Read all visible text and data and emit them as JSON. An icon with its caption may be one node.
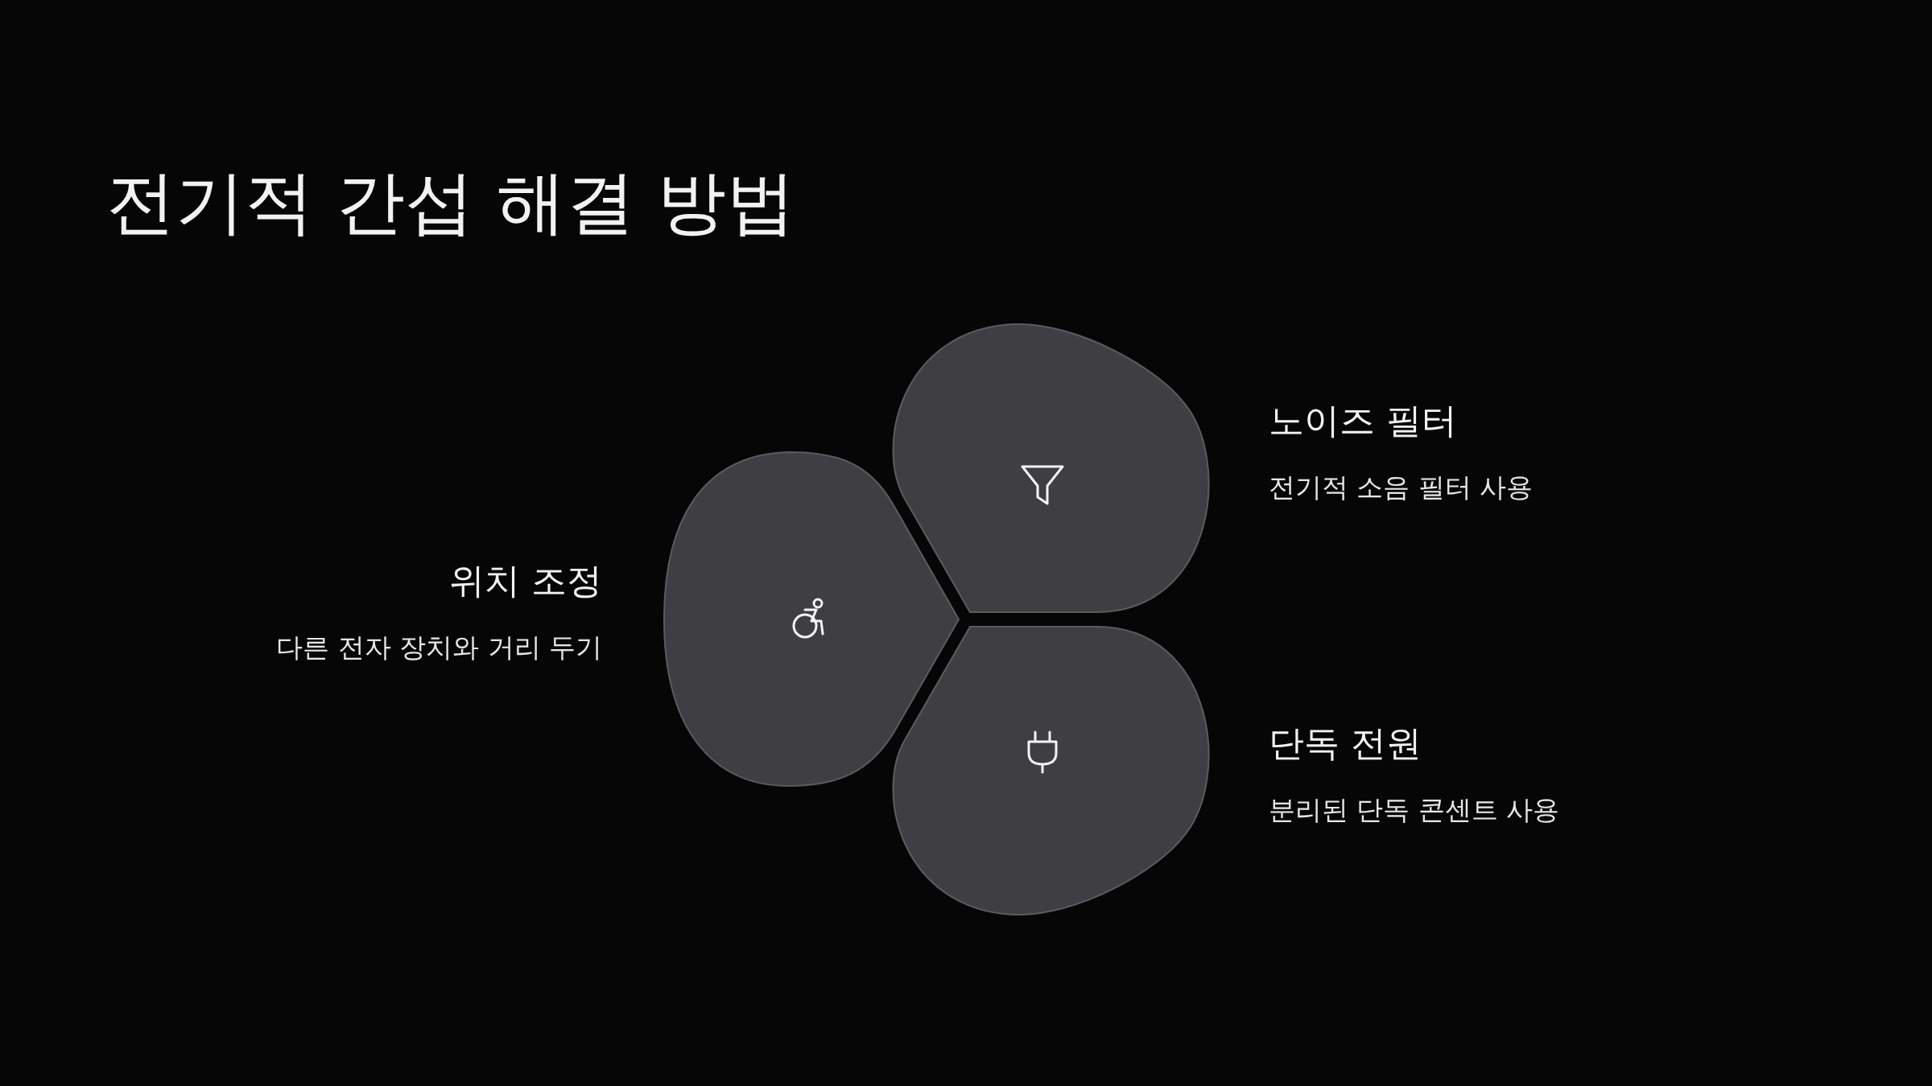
{
  "diagram": {
    "title": "전기적 간섭 해결 방법",
    "nodes": [
      {
        "text": [
          "노이즈 필터",
          "전기적 소음 필터 사용"
        ]
      },
      {
        "text": [
          "위치 조정",
          "다른 전자 장치와 거리 두기"
        ]
      },
      {
        "text": [
          "단독 전원",
          "분리된 단독 콘센트 사용"
        ]
      }
    ],
    "edges": []
  }
}
